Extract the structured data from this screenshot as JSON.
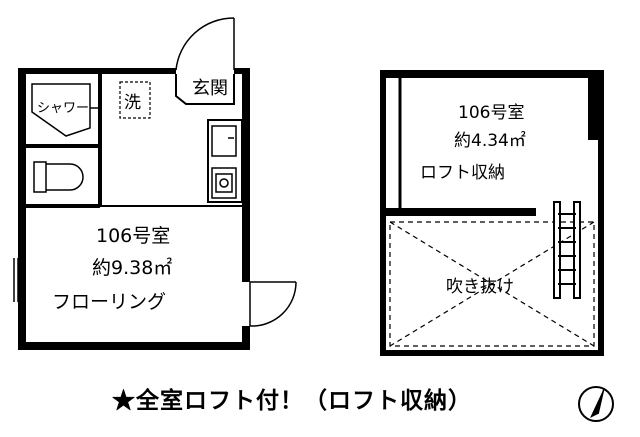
{
  "unit1": {
    "room_number": "106号室",
    "area": "約9.38㎡",
    "floor_type": "フローリング",
    "entrance": "玄関",
    "shower": "シャワー",
    "washer": "洗"
  },
  "loft": {
    "room_number": "106号室",
    "area": "約4.34㎡",
    "type": "ロフト収納",
    "void": "吹き抜け"
  },
  "caption": "★全室ロフト付！（ロフト収納）",
  "compass_icon": "north-arrow-icon"
}
